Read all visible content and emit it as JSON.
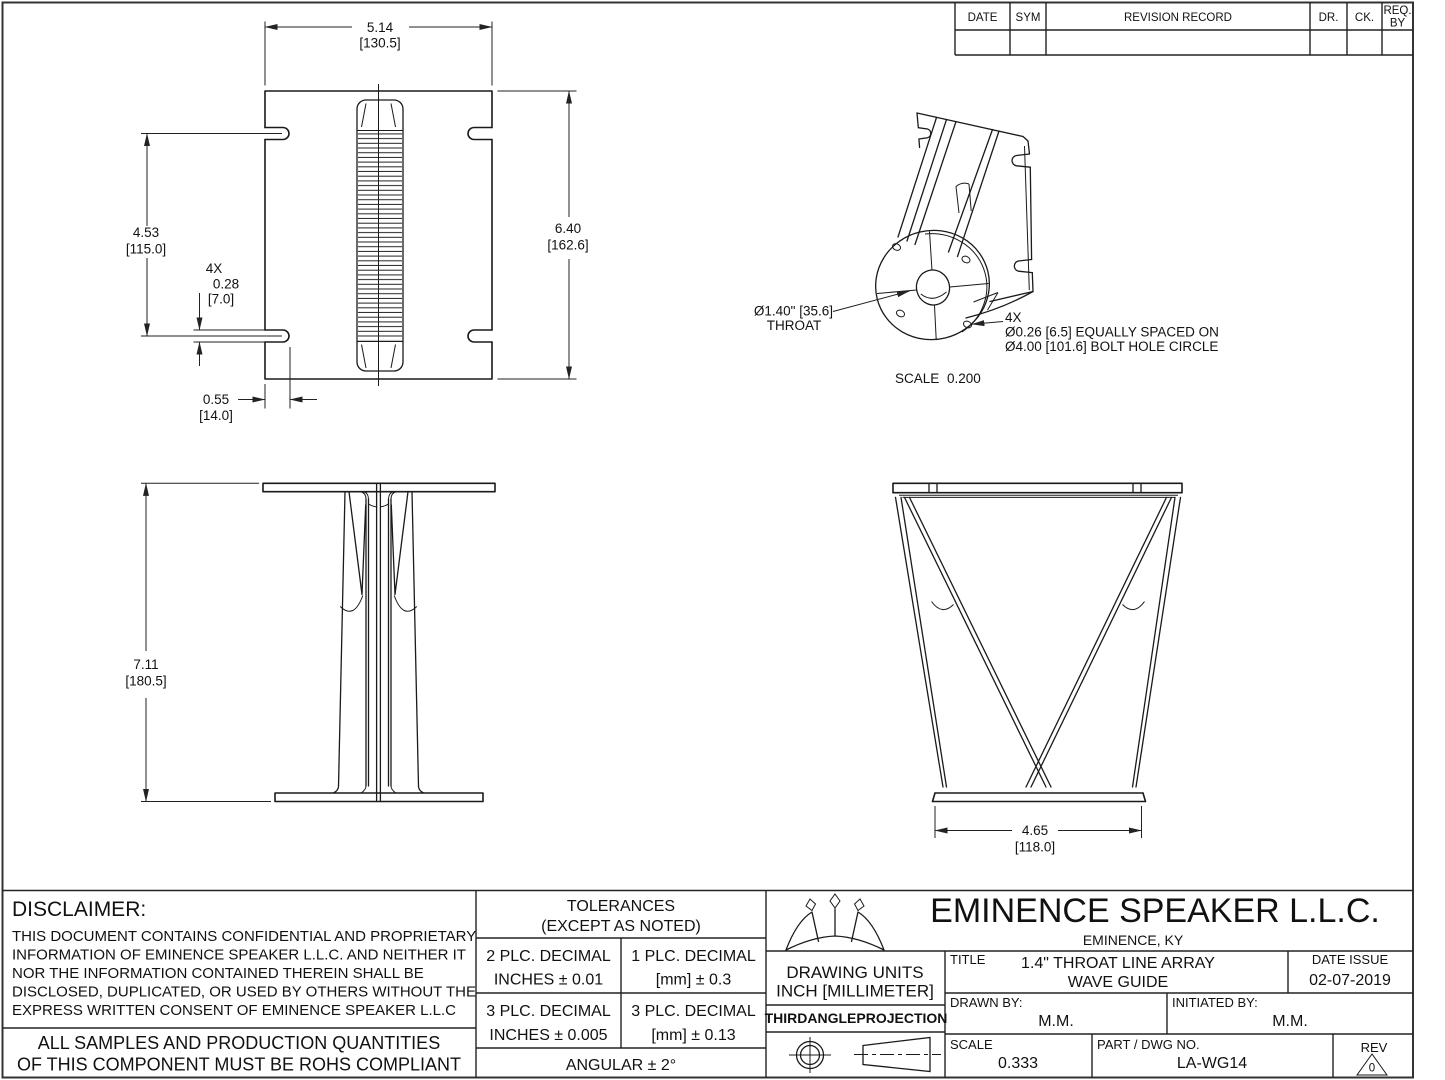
{
  "revision_table": {
    "date": "DATE",
    "sym": "SYM",
    "record": "REVISION RECORD",
    "dr": "DR.",
    "ck": "CK.",
    "req1": "REQ.",
    "req2": "BY"
  },
  "front_view": {
    "width_in": "5.14",
    "width_mm": "[130.5]",
    "height_in": "6.40",
    "height_mm": "[162.6]",
    "span_in": "4.53",
    "span_mm": "[115.0]",
    "slot_qty": "4X",
    "slot_in": "0.28",
    "slot_mm": "[7.0]",
    "depth_in": "0.55",
    "depth_mm": "[14.0]"
  },
  "iso_view": {
    "throat_dia": "Ø1.40\" [35.6]",
    "throat_label": "THROAT",
    "holes_qty": "4X",
    "holes_line1": "Ø0.26 [6.5] EQUALLY SPACED ON",
    "holes_line2": "Ø4.00 [101.6] BOLT HOLE CIRCLE",
    "scale_label": "SCALE",
    "scale_value": "0.200"
  },
  "side_view": {
    "height_in": "7.11",
    "height_mm": "[180.5]"
  },
  "rear_view": {
    "width_in": "4.65",
    "width_mm": "[118.0]"
  },
  "title_block": {
    "disclaimer": {
      "heading": "DISCLAIMER:",
      "l1": "THIS DOCUMENT CONTAINS CONFIDENTIAL AND PROPRIETARY",
      "l2": "INFORMATION OF EMINENCE SPEAKER L.L.C. AND NEITHER IT",
      "l3": "NOR THE INFORMATION CONTAINED THEREIN SHALL BE",
      "l4": "DISCLOSED, DUPLICATED, OR USED BY OTHERS WITHOUT THE",
      "l5": "EXPRESS WRITTEN CONSENT OF EMINENCE SPEAKER L.L.C",
      "rohs1": "ALL SAMPLES AND PRODUCTION QUANTITIES",
      "rohs2": "OF THIS COMPONENT MUST BE ROHS COMPLIANT"
    },
    "tolerances": {
      "t1": "TOLERANCES",
      "t2": "(EXCEPT AS NOTED)",
      "r1c1a": "2 PLC. DECIMAL",
      "r1c1b": "INCHES ± 0.01",
      "r1c2a": "1 PLC. DECIMAL",
      "r1c2b": "[mm] ± 0.3",
      "r2c1a": "3 PLC. DECIMAL",
      "r2c1b": "INCHES ± 0.005",
      "r2c2a": "3 PLC. DECIMAL",
      "r2c2b": "[mm] ± 0.13",
      "angular": "ANGULAR ± 2°"
    },
    "units1": "DRAWING UNITS",
    "units2": "INCH [MILLIMETER]",
    "projection": "THIRDANGLEPROJECTION",
    "company": "EMINENCE SPEAKER L.L.C.",
    "location": "EMINENCE, KY",
    "title_label": "TITLE",
    "title1": "1.4\" THROAT LINE ARRAY",
    "title2": "WAVE GUIDE",
    "date_label": "DATE ISSUE",
    "date_value": "02-07-2019",
    "drawn_label": "DRAWN BY:",
    "drawn_value": "M.M.",
    "init_label": "INITIATED BY:",
    "init_value": "M.M.",
    "scale_label": "SCALE",
    "scale_value": "0.333",
    "part_label": "PART / DWG NO.",
    "part_value": "LA-WG14",
    "rev_label": "REV",
    "rev_value": "0"
  }
}
